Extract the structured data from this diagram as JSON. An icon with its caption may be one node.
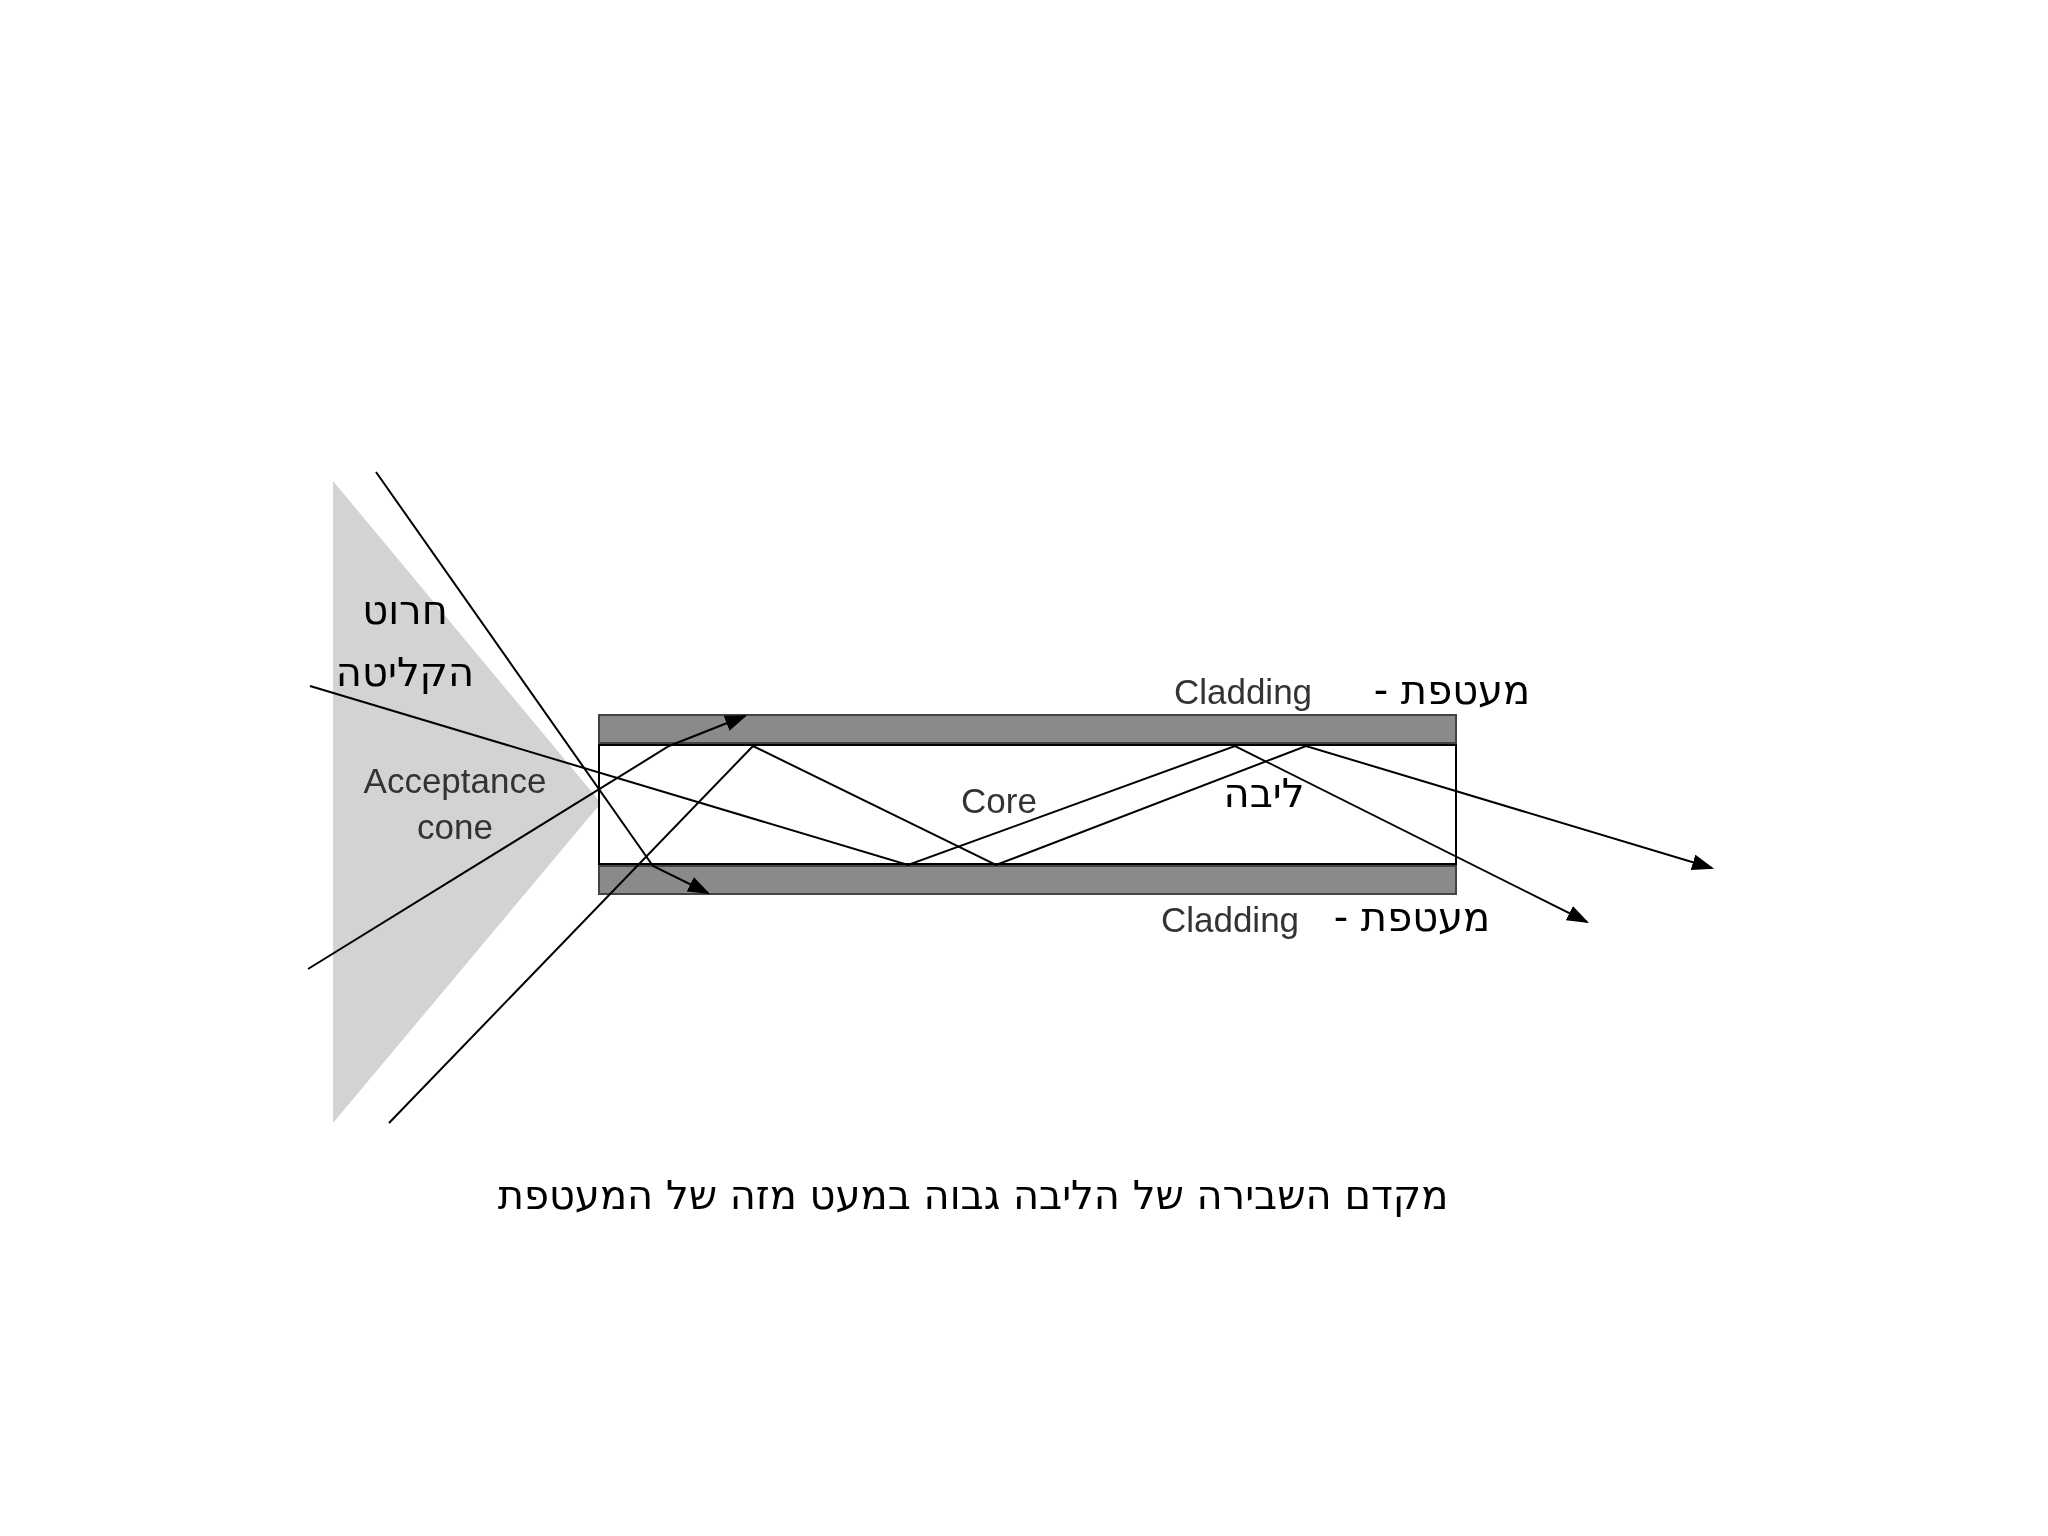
{
  "diagram": {
    "caption": "מקדם השבירה של הליבה גבוה במעט מזה של המעטפת",
    "nodes": [
      {
        "text": [
          "חרוט הקליטה",
          "Acceptance cone"
        ]
      },
      {
        "text": [
          "ליבה",
          "Core"
        ]
      },
      {
        "text": [
          "מעטפת -",
          "Cladding"
        ]
      },
      {
        "text": [
          "מעטפת -",
          "Cladding"
        ]
      }
    ]
  }
}
